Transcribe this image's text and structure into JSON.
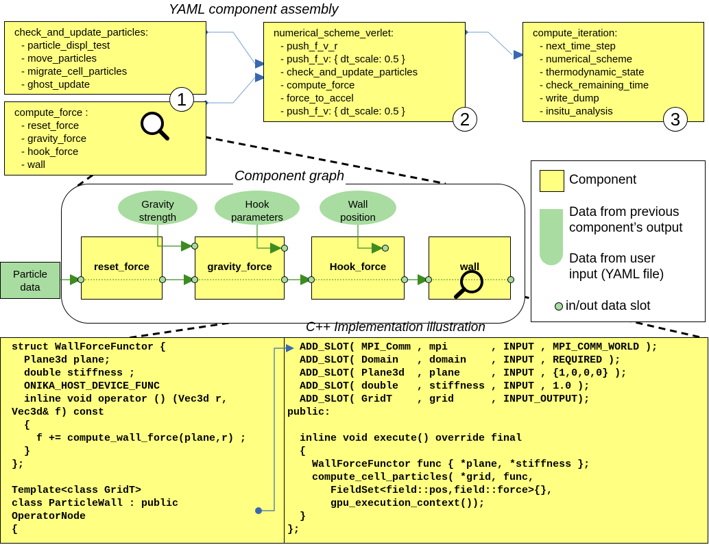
{
  "titles": {
    "yaml": "YAML component assembly",
    "graph": "Component graph",
    "cpp": "C++ Implementation illustration"
  },
  "yaml_boxes": {
    "check_update": {
      "head": "check_and_update_particles:",
      "items": [
        "- particle_displ_test",
        "- move_particles",
        "- migrate_cell_particles",
        "- ghost_update"
      ]
    },
    "compute_force": {
      "head": "compute_force :",
      "items": [
        "- reset_force",
        "- gravity_force",
        "- hook_force",
        "- wall"
      ]
    },
    "verlet": {
      "head": "numerical_scheme_verlet:",
      "items": [
        "- push_f_v_r",
        "- push_f_v: { dt_scale: 0.5 }",
        "- check_and_update_particles",
        "- compute_force",
        "- force_to_accel",
        "- push_f_v: { dt_scale: 0.5 }"
      ]
    },
    "iteration": {
      "head": "compute_iteration:",
      "items": [
        "- next_time_step",
        "- numerical_scheme",
        "- thermodynamic_state",
        "- check_remaining_time",
        "- write_dump",
        "- insitu_analysis"
      ]
    }
  },
  "circles": [
    "1",
    "2",
    "3"
  ],
  "graph": {
    "input": [
      "Particle",
      "data"
    ],
    "components": [
      "reset_force",
      "gravity_force",
      "Hook_force",
      "wall"
    ],
    "user_inputs": [
      [
        "Gravity",
        "strength"
      ],
      [
        "Hook",
        "parameters"
      ],
      [
        "Wall",
        "position"
      ]
    ]
  },
  "legend": {
    "component": "Component",
    "prev_output": [
      "Data from previous",
      "component’s output"
    ],
    "user_input": [
      "Data from user",
      "input (YAML file)"
    ],
    "slot": "in/out data slot"
  },
  "code": {
    "left": [
      "struct WallForceFunctor {",
      "  Plane3d plane;",
      "  double stiffness ;",
      "  ONIKA_HOST_DEVICE_FUNC",
      "  inline void operator () (Vec3d r,",
      "Vec3d& f) const",
      "  {",
      "    f += compute_wall_force(plane,r) ;",
      "  }",
      "};",
      "",
      "Template<class GridT>",
      "class ParticleWall : public",
      "OperatorNode",
      "{"
    ],
    "right": [
      "  ADD_SLOT( MPI_Comm , mpi       , INPUT , MPI_COMM_WORLD );",
      "  ADD_SLOT( Domain   , domain    , INPUT , REQUIRED );",
      "  ADD_SLOT( Plane3d  , plane     , INPUT , {1,0,0,0} );",
      "  ADD_SLOT( double   , stiffness , INPUT , 1.0 );",
      "  ADD_SLOT( GridT    , grid      , INPUT_OUTPUT);",
      "public:",
      "",
      "  inline void execute() override final",
      "  {",
      "    WallForceFunctor func { *plane, *stiffness };",
      "    compute_cell_particles( *grid, func,",
      "       FieldSet<field::pos,field::force>{},",
      "       gpu_execution_context());",
      "  }",
      "};"
    ]
  },
  "colors": {
    "component": "#ffff82",
    "data": "#a8dca0",
    "arrow": "#3a68b0",
    "graph_arrow": "#3c8c20"
  }
}
